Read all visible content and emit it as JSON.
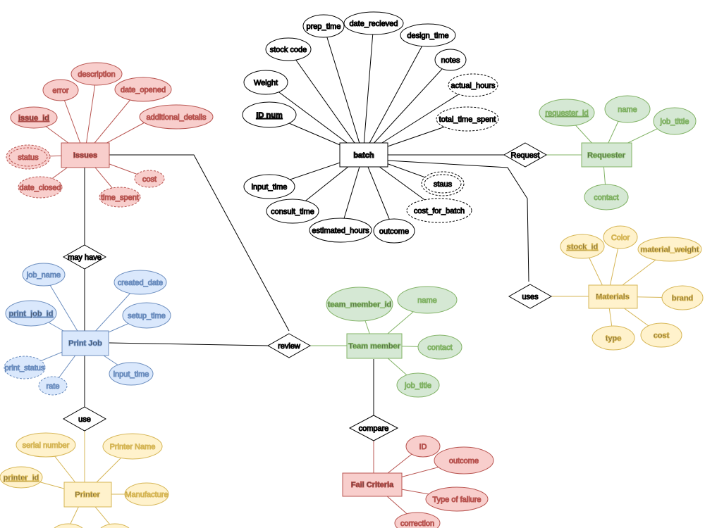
{
  "colors": {
    "red_fill": "#f8cecc",
    "red_stroke": "#b85450",
    "blue_fill": "#dae8fc",
    "blue_stroke": "#6c8ebf",
    "green_fill": "#d5e8d4",
    "green_stroke": "#82b366",
    "yellow_fill": "#fff2cc",
    "yellow_stroke": "#d6b656",
    "black_fill": "#ffffff",
    "black_stroke": "#000000"
  },
  "entities": {
    "issues": "Issues",
    "batch": "batch",
    "requester": "Requester",
    "materials": "Materials",
    "print_job": "Print Job",
    "team_member": "Team member",
    "printer": "Printer",
    "fail_criteria": "Fail Criteria"
  },
  "relationships": {
    "may_have": "may have",
    "request": "Request",
    "uses": "uses",
    "review": "review",
    "use": "use",
    "compare": "compare"
  },
  "attributes": {
    "issues": {
      "issue_id": "issue_id",
      "error": "error",
      "description": "description",
      "date_opened": "date_opened",
      "additional_details": "additional_details",
      "status": "status",
      "date_closed": "date_closed",
      "time_spent": "time_spent",
      "cost": "cost"
    },
    "batch": {
      "prep_time": "prep_time",
      "date_recieved": "date_recieved",
      "stock_code": "stock code",
      "design_time": "design_time",
      "notes": "notes",
      "weight": "Weight",
      "actual_hours": "actual_hours",
      "id_num": "ID num",
      "total_time_spent": "total_time_spent",
      "input_time": "input_time",
      "staus": "staus",
      "consult_time": "consult_time",
      "cost_for_batch": "cost_for_batch",
      "estimated_hours": "estimated_hours",
      "outcome": "outcome"
    },
    "requester": {
      "requester_id": "requester_id",
      "name": "name",
      "job_tittle": "job_tittle",
      "contact": "contact"
    },
    "materials": {
      "stock_id": "stock_id",
      "color": "Color",
      "material_weight": "material_weight",
      "brand": "brand",
      "type": "type",
      "cost": "cost"
    },
    "print_job": {
      "job_name": "job_name",
      "created_date": "created_date",
      "print_job_id": "print_job_id",
      "setup_time": "setup_time",
      "print_status": "print_status",
      "rate": "rate",
      "input_time": "input_time"
    },
    "team_member": {
      "team_member_id": "team_member_id",
      "name": "name",
      "contact": "contact",
      "job_title": "job_title"
    },
    "printer": {
      "serial_number": "serial number",
      "printer_name": "Printer Name",
      "printer_id": "printer_id",
      "manufacture": "Manufacture"
    },
    "fail_criteria": {
      "id": "ID",
      "outcome": "outcome",
      "type_of_failure": "Type of failure",
      "correction": "correction"
    }
  }
}
